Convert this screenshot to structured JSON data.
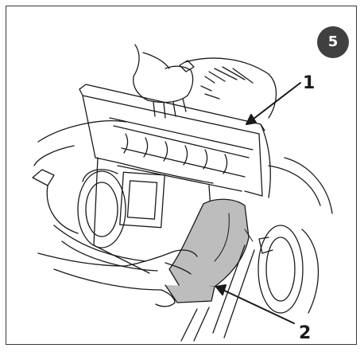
{
  "step_number": "5",
  "callouts": [
    {
      "label": "1",
      "target": "rear-flap-grass-bag-handle"
    },
    {
      "label": "2",
      "target": "grass-collection-bag"
    }
  ],
  "colors": {
    "line": "#1a1a1a",
    "bag_fill": "#bdbdbd",
    "badge": "#404040",
    "frame": "#3a3a3a"
  }
}
